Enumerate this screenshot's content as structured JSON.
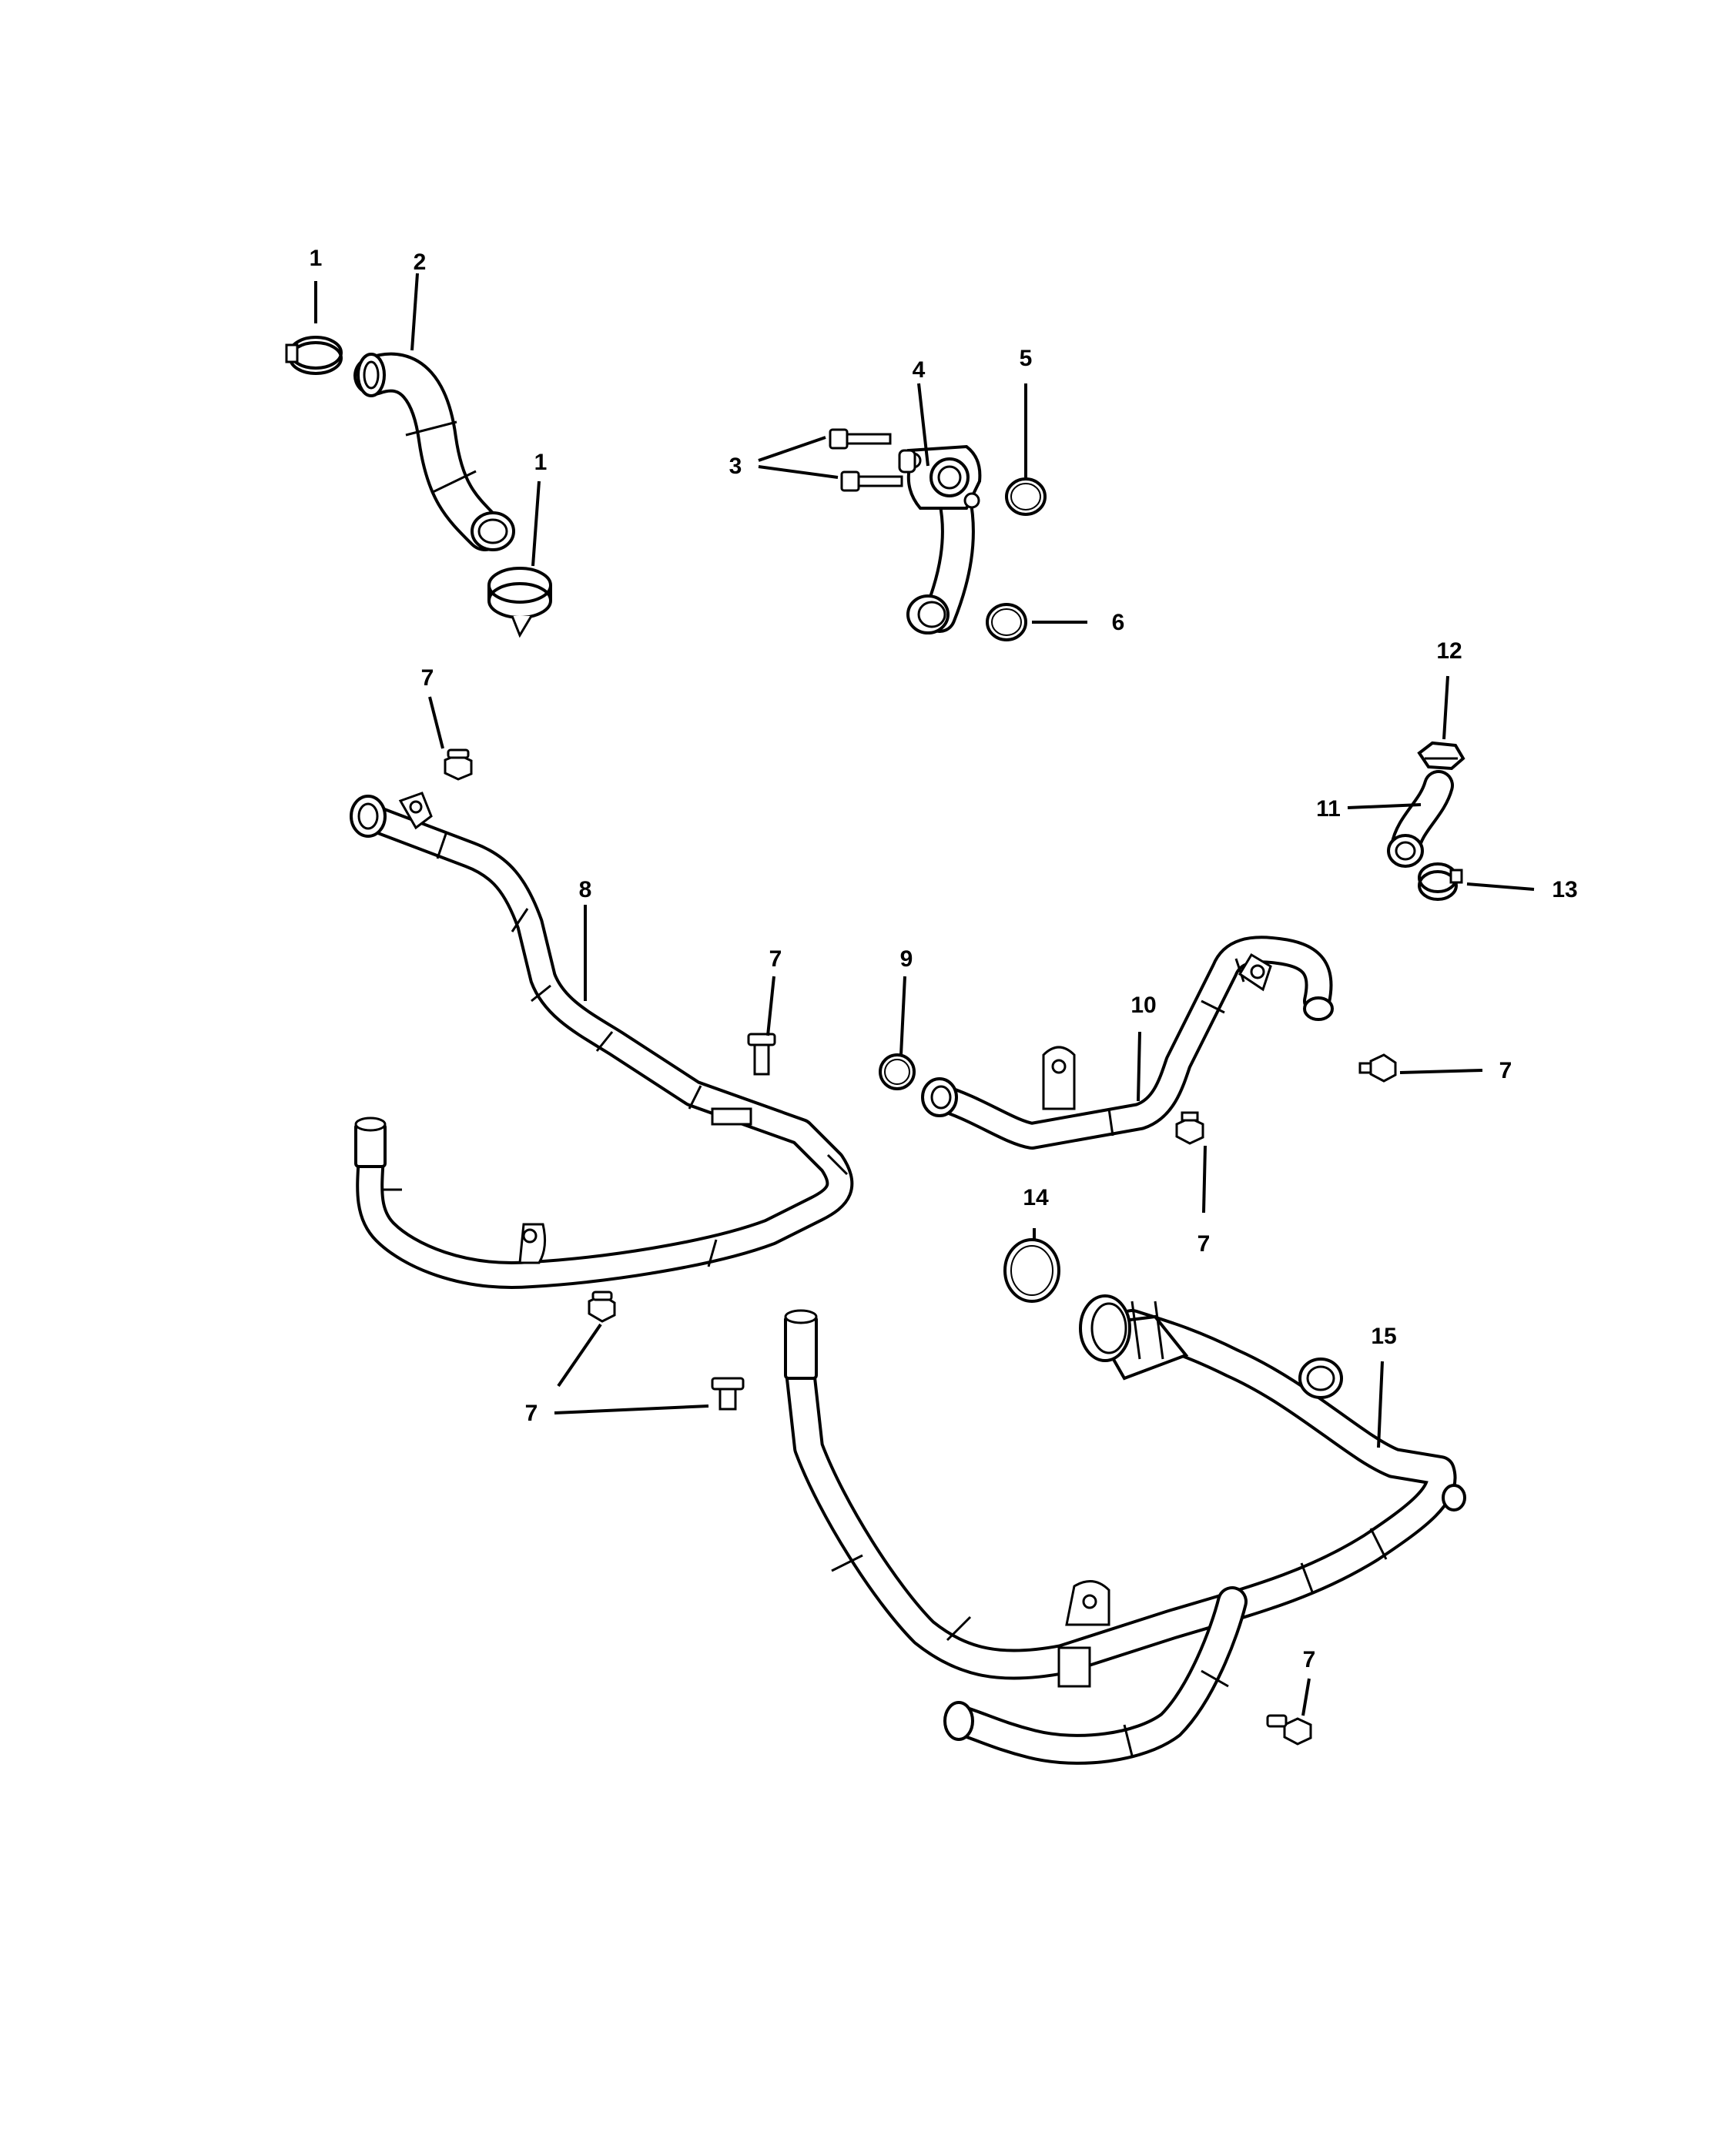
{
  "diagram": {
    "colors": {
      "line": "#000000",
      "background": "#ffffff",
      "part_fill": "#ffffff"
    },
    "callouts": [
      {
        "id": "c1a",
        "text": "1"
      },
      {
        "id": "c2",
        "text": "2"
      },
      {
        "id": "c1b",
        "text": "1"
      },
      {
        "id": "c3",
        "text": "3"
      },
      {
        "id": "c4",
        "text": "4"
      },
      {
        "id": "c5",
        "text": "5"
      },
      {
        "id": "c6",
        "text": "6"
      },
      {
        "id": "c7a",
        "text": "7"
      },
      {
        "id": "c8",
        "text": "8"
      },
      {
        "id": "c7b",
        "text": "7"
      },
      {
        "id": "c9",
        "text": "9"
      },
      {
        "id": "c10",
        "text": "10"
      },
      {
        "id": "c7c",
        "text": "7"
      },
      {
        "id": "c7d",
        "text": "7"
      },
      {
        "id": "c11",
        "text": "11"
      },
      {
        "id": "c12",
        "text": "12"
      },
      {
        "id": "c13",
        "text": "13"
      },
      {
        "id": "c14",
        "text": "14"
      },
      {
        "id": "c15",
        "text": "15"
      },
      {
        "id": "c7e",
        "text": "7"
      },
      {
        "id": "c7f",
        "text": "7"
      }
    ]
  }
}
